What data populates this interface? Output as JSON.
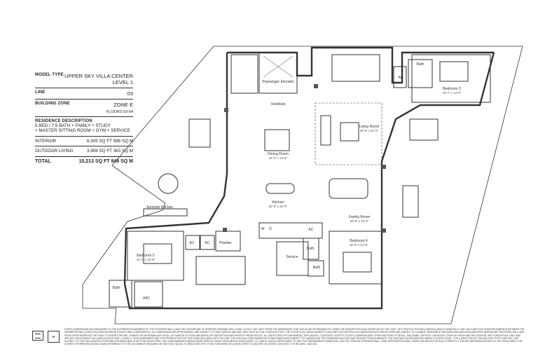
{
  "info": {
    "model_type_label": "MODEL TYPE",
    "model_type_value_1": "UPPER SKY VILLA CENTER",
    "model_type_value_2": "LEVEL 1",
    "line_label": "LINE",
    "line_value": "03",
    "zone_label": "BUILDING ZONE",
    "zone_value": "ZONE E",
    "floors_value": "FLOORS 53-54",
    "residence_label": "RESIDENCE DESCRIPTION",
    "residence_line_1": "5 BED / 7.5 BATH + FAMILY + STUDY",
    "residence_line_2": "+ MASTER SITTING ROOM + GYM + SERVICE",
    "interior_label": "INTERIOR",
    "interior_value": "6,305 SQ FT 586 SQ M",
    "outdoor_label": "OUTDOOR LIVING",
    "outdoor_value": "3,908 SQ FT 363 SQ M",
    "total_label": "TOTAL",
    "total_value": "10,213 SQ FT 949 SQ M"
  },
  "rooms": {
    "passenger_elevator": "Passenger Elevator",
    "vestibule": "Vestibule",
    "living_room": "Living Room",
    "living_dims": "20'-6\" x 21'-6\"",
    "dining_room": "Dining Room",
    "dining_dims": "22'-2\" x 13'-8\"",
    "kitchen": "Kitchen",
    "kitchen_dims": "22'-0\" x 15'-0\"",
    "family_room": "Family Room",
    "family_dims": "20'-6\" x 16'-0\"",
    "bedroom_3": "Bedroom 3",
    "bedroom_3_dims": "10'-7\" x 13'-0\"",
    "bedroom_4": "Bedroom 4",
    "bedroom_4_dims": "16'-0\" x 14'-6\"",
    "bedroom_5": "Bedroom 5",
    "bedroom_5_dims": "14'-1\" x 16'-9\"",
    "summer_kitchen": "Summer Kitchen",
    "powder": "Powder",
    "service": "Service",
    "bath": "Bath",
    "wic": "WIC",
    "ac": "AC",
    "w": "W",
    "d": "D"
  },
  "disclaimer": "STATED DIMENSIONS ARE MEASURED TO THE EXTERIOR BOUNDARIES OF THE EXTERIOR WALLS AND THE CENTERLINE OF INTERIOR DEMISING WALLS AND, IN FACT, MAY VARY FROM THE DIMENSIONS THAT WOULD BE DETERMINED BY USING THE DESCRIPTION AND DEFINITION OF THE \"UNIT\" SET FORTH IN THE DECLARATION (WHICH GENERALLY ONLY INCLUDES THE INTERIOR AIRSPACE BETWEEN THE PERIMETER WALLS AND EXCLUDES INTERIOR STRUCTURAL COMPONENTS). ALL DIMENSIONS ARE APPROXIMATE, ARE SUBJECT TO FINAL SURVEY AND MAY VARY WITH ACTUAL CONSTRUCTION. THE FLOOR PLAN, DEVELOPMENT PLANS AND THE ENTITIES COLLABORATING WITH DEVELOPER ARE SUBJECT TO CHANGE. RESIDENCE FEATURES AND BUILDING AMENITIES HEREIN ARE PROPOSED ONLY, AND DEVELOPER RESERVES THE RIGHT TO MODIFY, REVISE, CHANGE OR WITHDRAW ANY OR ALL OF SAME IN ITS SOLE AND ABSOLUTE DISCRETION AND WITHOUT PRIOR NOTICE. ALL DEPICTIONS OF FURNISHINGS, APPLIANCES, COUNTERS, SOFFITS, FLOOR COVERINGS AND OTHER MATTERS OF DETAIL, INCLUDING, WITHOUT LIMITATION, ITEMS OF FINISH AND DECORATION, ARE CONCEPTUAL ONLY AND ARE NOT NECESSARILY INCLUDED IN EACH UNIT. CONSULT YOUR AGREEMENT AND THE PROSPECTUS FOR THE ITEMS INCLUDED WITH THE UNIT. THE SIZE AND CONFIGURATION OF BALCONIES ARE SUBJECT TO CHANGE AND THE STANDARD BALCONY MAY DEVIATE FROM DRAWINGS. THE SIZE AND CONFIGURATION VARIES AT EVERY LEVEL. FOR A DEPICTION OF THE BALCONY FOR YOUR UNIT, SEE EXHIBIT 2 TO THE DECLARATION. FORTUNE INTERNATIONAL IS NOT THE DEVELOPER. THE CONDOMINIUM IS BEING DEVELOPED BY SUNNY ISLES BEACH ASSOCIATES, LLC, WHICH HAS A LIMITED RIGHT TO USE THE TRADEMARKED NAME AND LOGO OF FORTUNE INTERNATIONAL. ORAL REPRESENTATIONS CANNOT BE RELIED UPON AS CORRECTLY STATING REPRESENTATIONS OF THE DEVELOPER. FOR CORRECT REPRESENTATIONS, MAKE REFERENCE TO THE DOCUMENTS REQUIRED BY SECTION 718.503, FLORIDA STATUTES, TO BE FURNISHED BY A DEVELOPER TO A BUYER OR LESSEE. ARCHITECT OF RECORD - ADD INC."
}
